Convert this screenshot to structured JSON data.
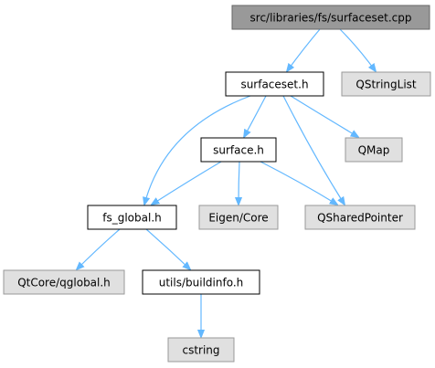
{
  "graph": {
    "colors": {
      "edge": "#63b8ff",
      "root_fill": "#999999",
      "local_fill": "#ffffff",
      "external_fill": "#e0e0e0"
    },
    "nodes": [
      {
        "id": "surfaceset_cpp",
        "label": "src/libraries/fs/surfaceset.cpp",
        "kind": "root"
      },
      {
        "id": "surfaceset_h",
        "label": "surfaceset.h",
        "kind": "local"
      },
      {
        "id": "qstringlist",
        "label": "QStringList",
        "kind": "external"
      },
      {
        "id": "surface_h",
        "label": "surface.h",
        "kind": "local"
      },
      {
        "id": "qmap",
        "label": "QMap",
        "kind": "external"
      },
      {
        "id": "fs_global_h",
        "label": "fs_global.h",
        "kind": "local"
      },
      {
        "id": "eigen_core",
        "label": "Eigen/Core",
        "kind": "external"
      },
      {
        "id": "qsharedpointer",
        "label": "QSharedPointer",
        "kind": "external"
      },
      {
        "id": "qglobal_h",
        "label": "QtCore/qglobal.h",
        "kind": "external"
      },
      {
        "id": "buildinfo_h",
        "label": "utils/buildinfo.h",
        "kind": "local"
      },
      {
        "id": "cstring",
        "label": "cstring",
        "kind": "external"
      }
    ],
    "edges": [
      {
        "from": "surfaceset_cpp",
        "to": "surfaceset_h"
      },
      {
        "from": "surfaceset_cpp",
        "to": "qstringlist"
      },
      {
        "from": "surfaceset_h",
        "to": "surface_h"
      },
      {
        "from": "surfaceset_h",
        "to": "qmap"
      },
      {
        "from": "surfaceset_h",
        "to": "fs_global_h"
      },
      {
        "from": "surfaceset_h",
        "to": "qsharedpointer"
      },
      {
        "from": "surface_h",
        "to": "fs_global_h"
      },
      {
        "from": "surface_h",
        "to": "eigen_core"
      },
      {
        "from": "surface_h",
        "to": "qsharedpointer"
      },
      {
        "from": "fs_global_h",
        "to": "qglobal_h"
      },
      {
        "from": "fs_global_h",
        "to": "buildinfo_h"
      },
      {
        "from": "buildinfo_h",
        "to": "cstring"
      }
    ]
  }
}
